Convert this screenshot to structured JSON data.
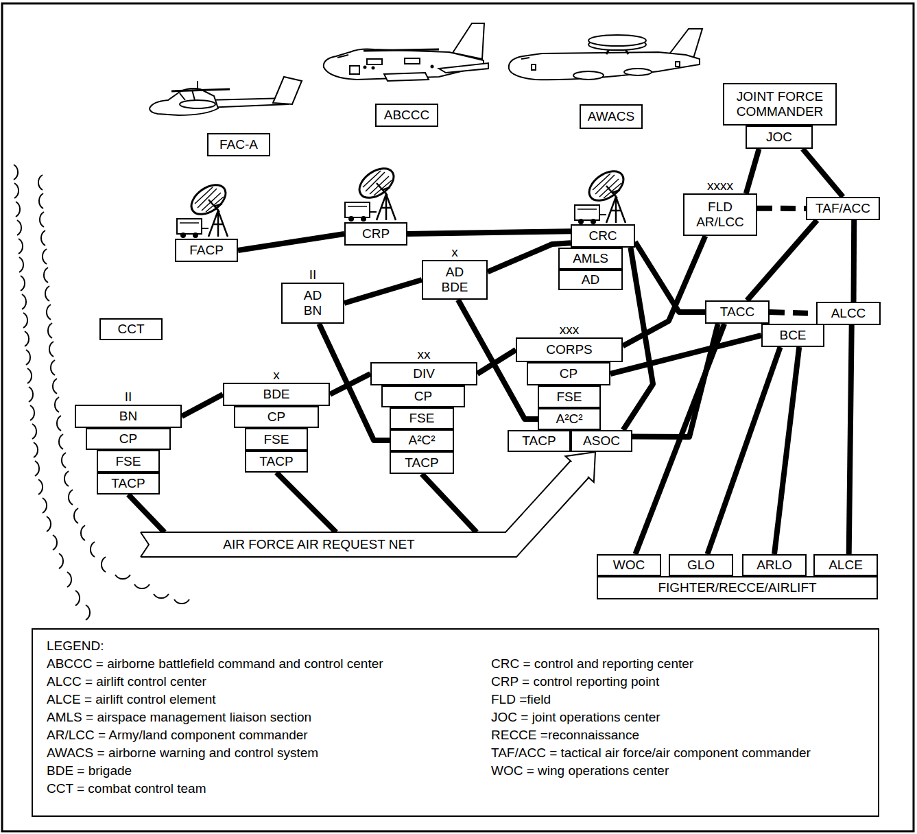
{
  "diagram": {
    "nodes": [
      {
        "text": [
          "JOINT FORCE COMMANDER"
        ]
      },
      {
        "text": [
          "ABCCC"
        ]
      },
      {
        "text": [
          "AWACS"
        ]
      },
      {
        "text": [
          "JOC"
        ]
      },
      {
        "text": [
          "FAC-A"
        ]
      },
      {
        "text": [
          "xxxx",
          "FLD AR/LCC"
        ]
      },
      {
        "text": [
          "TAF/ACC"
        ]
      },
      {
        "text": [
          "CRP"
        ]
      },
      {
        "text": [
          "CRC"
        ]
      },
      {
        "text": [
          "FACP"
        ]
      },
      {
        "text": [
          "AMLS"
        ]
      },
      {
        "text": [
          "AD"
        ]
      },
      {
        "text": [
          "x",
          "AD BDE"
        ]
      },
      {
        "text": [
          "II",
          "AD BN"
        ]
      },
      {
        "text": [
          "TACC"
        ]
      },
      {
        "text": [
          "ALCC"
        ]
      },
      {
        "text": [
          "CCT"
        ]
      },
      {
        "text": [
          "BCE"
        ]
      },
      {
        "text": [
          "xxx",
          "CORPS"
        ]
      },
      {
        "text": [
          "CP"
        ]
      },
      {
        "text": [
          "xx",
          "DIV"
        ]
      },
      {
        "text": [
          "FSE"
        ]
      },
      {
        "text": [
          "x",
          "BDE"
        ]
      },
      {
        "text": [
          "CP"
        ]
      },
      {
        "text": [
          "II",
          "BN"
        ]
      },
      {
        "text": [
          "CP"
        ]
      },
      {
        "text": [
          "FSE"
        ]
      },
      {
        "text": [
          "A²C²"
        ]
      },
      {
        "text": [
          "CP"
        ]
      },
      {
        "text": [
          "FSE"
        ]
      },
      {
        "text": [
          "A²C²"
        ]
      },
      {
        "text": [
          "TACP"
        ]
      },
      {
        "text": [
          "ASOC"
        ]
      },
      {
        "text": [
          "FSE"
        ]
      },
      {
        "text": [
          "TACP"
        ]
      },
      {
        "text": [
          "TACP"
        ]
      },
      {
        "text": [
          "TACP"
        ]
      },
      {
        "text": [
          "AIR FORCE AIR REQUEST NET"
        ]
      },
      {
        "text": [
          "WOC"
        ]
      },
      {
        "text": [
          "GLO"
        ]
      },
      {
        "text": [
          "ARLO"
        ]
      },
      {
        "text": [
          "ALCE"
        ]
      },
      {
        "text": [
          "FIGHTER/RECCE/AIRLIFT"
        ]
      }
    ],
    "edges": [
      {
        "from": 9,
        "to": 7,
        "arrow": "none"
      },
      {
        "from": 7,
        "to": 8,
        "arrow": "none"
      },
      {
        "from": 8,
        "to": 12,
        "arrow": "none"
      },
      {
        "from": 12,
        "to": 13,
        "arrow": "none"
      },
      {
        "from": 13,
        "to": 30,
        "arrow": "none"
      },
      {
        "from": 12,
        "to": 27,
        "arrow": "none"
      },
      {
        "from": 24,
        "to": 22,
        "arrow": "none"
      },
      {
        "from": 22,
        "to": 20,
        "arrow": "none"
      },
      {
        "from": 20,
        "to": 18,
        "arrow": "none"
      },
      {
        "from": 36,
        "to": 37,
        "arrow": "none"
      },
      {
        "from": 34,
        "to": 37,
        "arrow": "none"
      },
      {
        "from": 35,
        "to": 37,
        "arrow": "none"
      },
      {
        "from": 37,
        "to": 32,
        "arrow": "to"
      },
      {
        "from": 3,
        "to": 5,
        "arrow": "none"
      },
      {
        "from": 3,
        "to": 6,
        "arrow": "none"
      },
      {
        "from": 5,
        "to": 6,
        "arrow": "none"
      },
      {
        "from": 6,
        "to": 14,
        "arrow": "none"
      },
      {
        "from": 6,
        "to": 15,
        "arrow": "none"
      },
      {
        "from": 14,
        "to": 15,
        "arrow": "none"
      },
      {
        "from": 8,
        "to": 14,
        "arrow": "none"
      },
      {
        "from": 5,
        "to": 18,
        "arrow": "none"
      },
      {
        "from": 19,
        "to": 17,
        "arrow": "none"
      },
      {
        "from": 32,
        "to": 14,
        "arrow": "none"
      },
      {
        "from": 8,
        "to": 32,
        "arrow": "none"
      },
      {
        "from": 14,
        "to": 38,
        "arrow": "none"
      },
      {
        "from": 17,
        "to": 39,
        "arrow": "none"
      },
      {
        "from": 17,
        "to": 40,
        "arrow": "none"
      },
      {
        "from": 15,
        "to": 41,
        "arrow": "none"
      }
    ],
    "labels": [
      "LEGEND:"
    ],
    "legend": [
      {
        "text": "ABCCC = airborne battlefield command and control center"
      },
      {
        "text": "ALCC = airlift control center"
      },
      {
        "text": "ALCE = airlift control element"
      },
      {
        "text": "AMLS = airspace management liaison section"
      },
      {
        "text": "AR/LCC = Army/land component commander"
      },
      {
        "text": "AWACS = airborne warning and control system"
      },
      {
        "text": "BDE = brigade"
      },
      {
        "text": "CCT = combat control team"
      },
      {
        "text": "CRC = control and reporting center"
      },
      {
        "text": "CRP = control reporting point"
      },
      {
        "text": "FLD =field"
      },
      {
        "text": "JOC = joint operations center"
      },
      {
        "text": "RECCE =reconnaissance"
      },
      {
        "text": "TAF/ACC = tactical air force/air component commander"
      },
      {
        "text": "WOC = wing operations center"
      }
    ]
  }
}
